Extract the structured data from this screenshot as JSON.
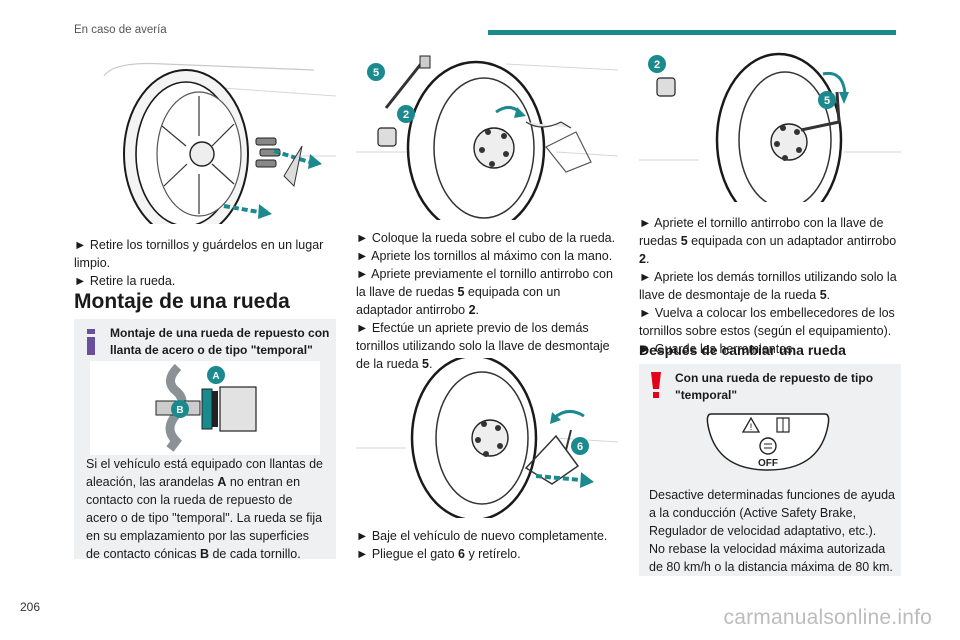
{
  "header": {
    "section": "En caso de avería"
  },
  "page_number": "206",
  "watermark": "carmanualsonline.info",
  "col1": {
    "steps": [
      "► Retire los tornillos y guárdelos en un lugar limpio.",
      "► Retire la rueda."
    ],
    "heading": "Montaje de una rueda",
    "info_box": {
      "title": "Montaje de una rueda de repuesto con llanta de acero o de tipo \"temporal\"",
      "label_a": "A",
      "label_b": "B",
      "text_1": "Si el vehículo está equipado con llantas de aleación, las arandelas ",
      "bold_a": "A",
      "text_2": " no entran en contacto con la rueda de repuesto de acero o de tipo \"temporal\". La rueda se fija en su emplazamiento por las superficies de contacto cónicas ",
      "bold_b": "B",
      "text_3": " de cada tornillo."
    }
  },
  "col2": {
    "fig_labels": {
      "wrench": "5",
      "adapter": "2",
      "jack": "6"
    },
    "s1": "► Coloque la rueda sobre el cubo de la rueda.",
    "s2": "► Apriete los tornillos al máximo con la mano.",
    "s3a": "► Apriete previamente el tornillo antirrobo con la llave de ruedas ",
    "s3b": "5",
    "s3c": " equipada con un adaptador antirrobo ",
    "s3d": "2",
    "s3e": ".",
    "s4a": "► Efectúe un apriete previo de los demás tornillos utilizando solo la llave de desmontaje de la rueda ",
    "s4b": "5",
    "s4c": ".",
    "s5": "► Baje el vehículo de nuevo completamente.",
    "s6a": "► Pliegue el gato ",
    "s6b": "6",
    "s6c": " y retírelo."
  },
  "col3": {
    "fig_labels": {
      "adapter": "2",
      "wrench": "5"
    },
    "s1a": "► Apriete el tornillo antirrobo con la llave de ruedas ",
    "s1b": "5",
    "s1c": " equipada con un adaptador antirrobo ",
    "s1d": "2",
    "s1e": ".",
    "s2a": "► Apriete los demás tornillos utilizando solo la llave de desmontaje de la rueda ",
    "s2b": "5",
    "s2c": ".",
    "s3": "► Vuelva a colocar los embellecedores de los tornillos sobre estos (según el equipamiento).",
    "s4": "► Guarde las herramientas.",
    "heading": "Después de cambiar una rueda",
    "warn_box": {
      "title": "Con una rueda de repuesto de tipo \"temporal\"",
      "off_label": "OFF",
      "p1": "Desactive determinadas funciones de ayuda a la conducción (Active Safety Brake, Regulador de velocidad adaptativo, etc.).",
      "p2": "No rebase la velocidad máxima autorizada de 80 km/h o la distancia máxima de 80 km."
    }
  },
  "colors": {
    "accent": "#1b8a8e",
    "callout": "#1b8a8e",
    "warning": "#e2001a",
    "info": "#6a4f9e"
  }
}
